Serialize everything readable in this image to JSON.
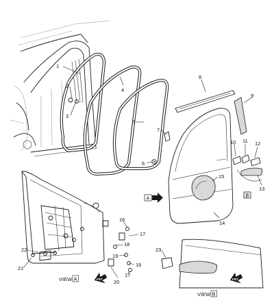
{
  "callouts": [
    "1",
    "2",
    "3",
    "4",
    "5",
    "6",
    "7",
    "8",
    "9",
    "10",
    "11",
    "12",
    "13",
    "14",
    "15",
    "16",
    "17",
    "18",
    "19",
    "16",
    "17",
    "20",
    "21",
    "22",
    "23"
  ],
  "view_a": {
    "prefix": "VIEW",
    "letter": "A"
  },
  "view_b": {
    "prefix": "VIEW",
    "letter": "B"
  },
  "box_a": "A",
  "box_b": "B",
  "frt_label": "FRT"
}
